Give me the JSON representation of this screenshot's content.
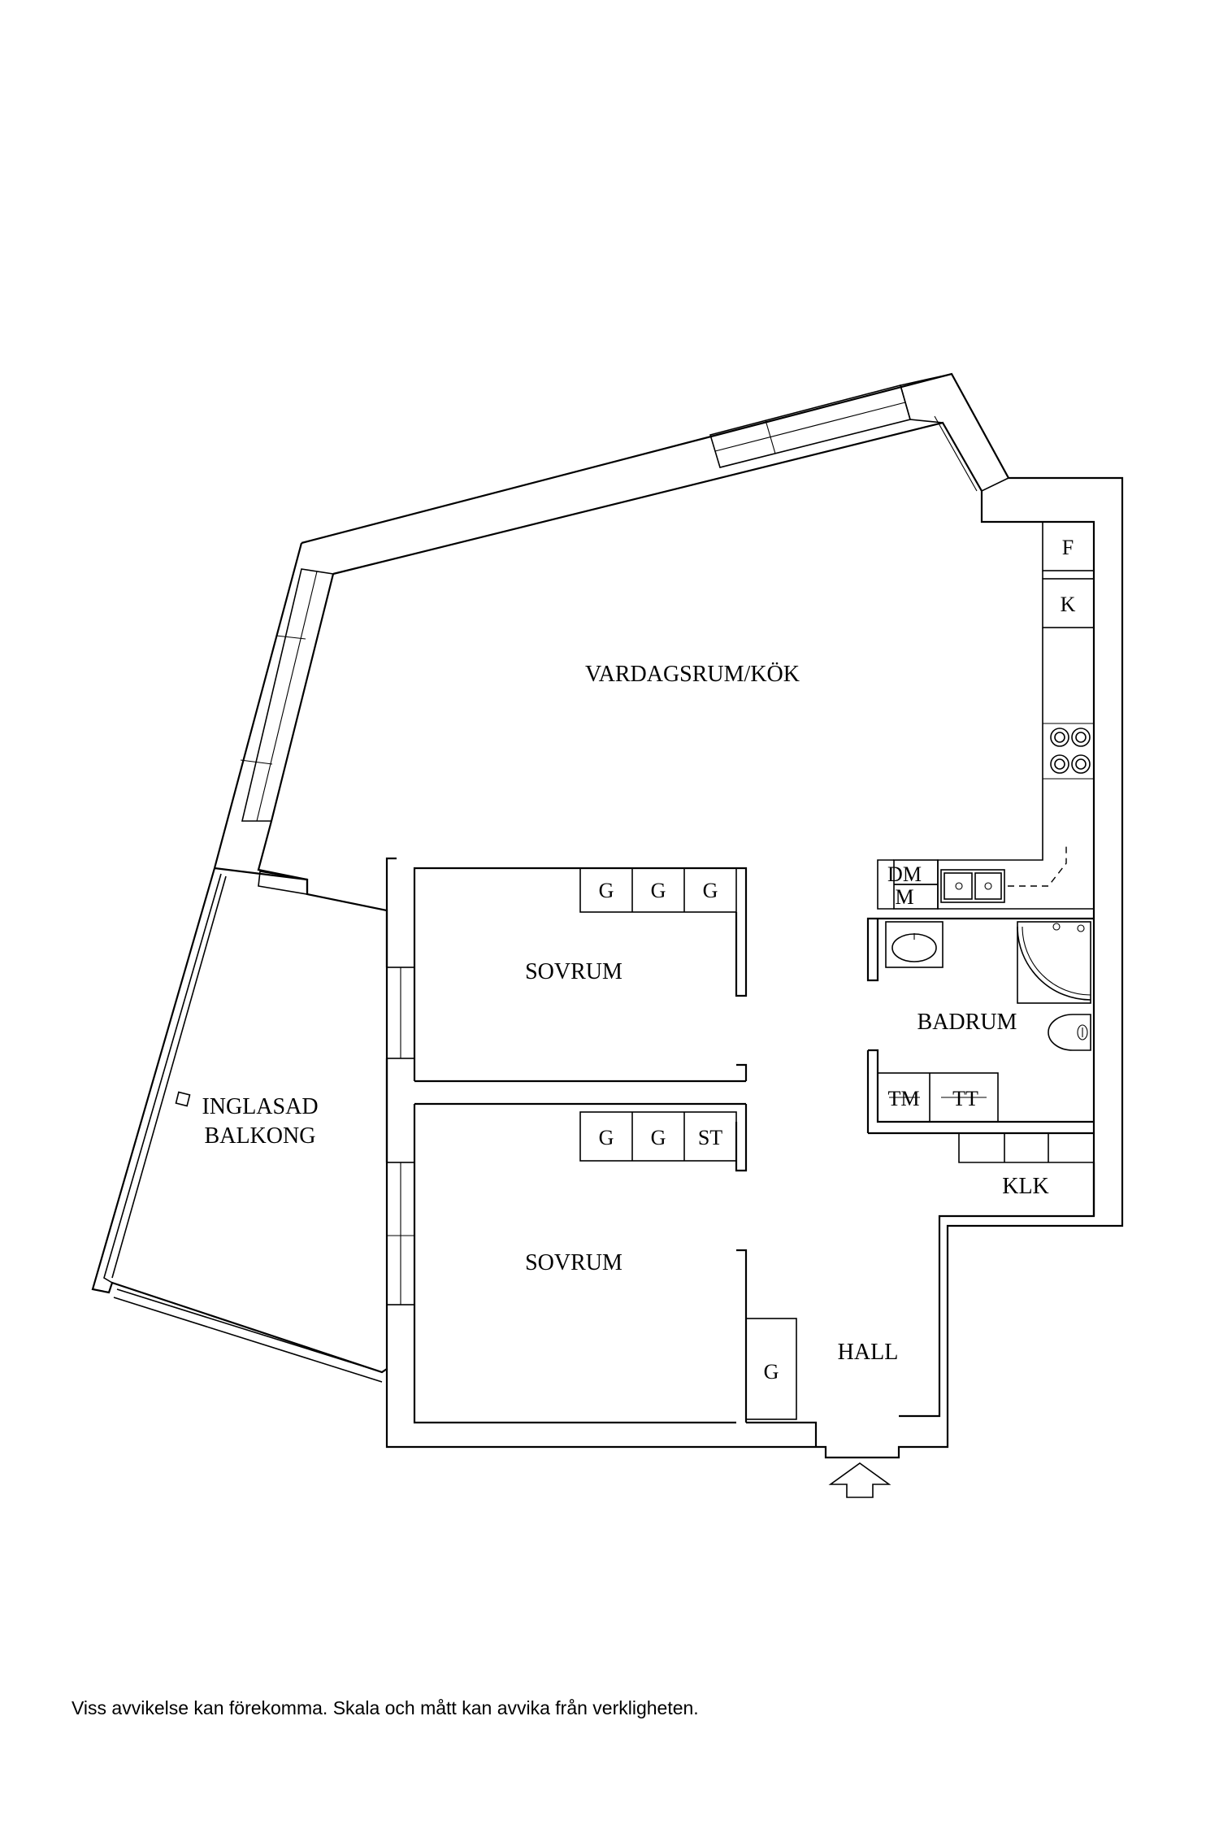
{
  "rooms": {
    "living_kitchen": "VARDAGSRUM/KÖK",
    "bedroom_upper": "SOVRUM",
    "bedroom_lower": "SOVRUM",
    "balcony_line1": "INGLASAD",
    "balcony_line2": "BALKONG",
    "bathroom": "BADRUM",
    "closet": "KLK",
    "hall": "HALL"
  },
  "fixtures": {
    "fridge": "F",
    "freezer": "K",
    "dishwasher": "DM",
    "microwave": "M",
    "washer": "TM",
    "dryer": "TT",
    "wardrobes_upper": [
      "G",
      "G",
      "G"
    ],
    "wardrobes_lower": [
      "G",
      "G",
      "ST"
    ],
    "wardrobe_hall": "G"
  },
  "footer": {
    "disclaimer": "Viss avvikelse kan förekomma. Skala och mått kan avvika från verkligheten."
  },
  "colors": {
    "line": "#000000",
    "background": "#ffffff"
  }
}
